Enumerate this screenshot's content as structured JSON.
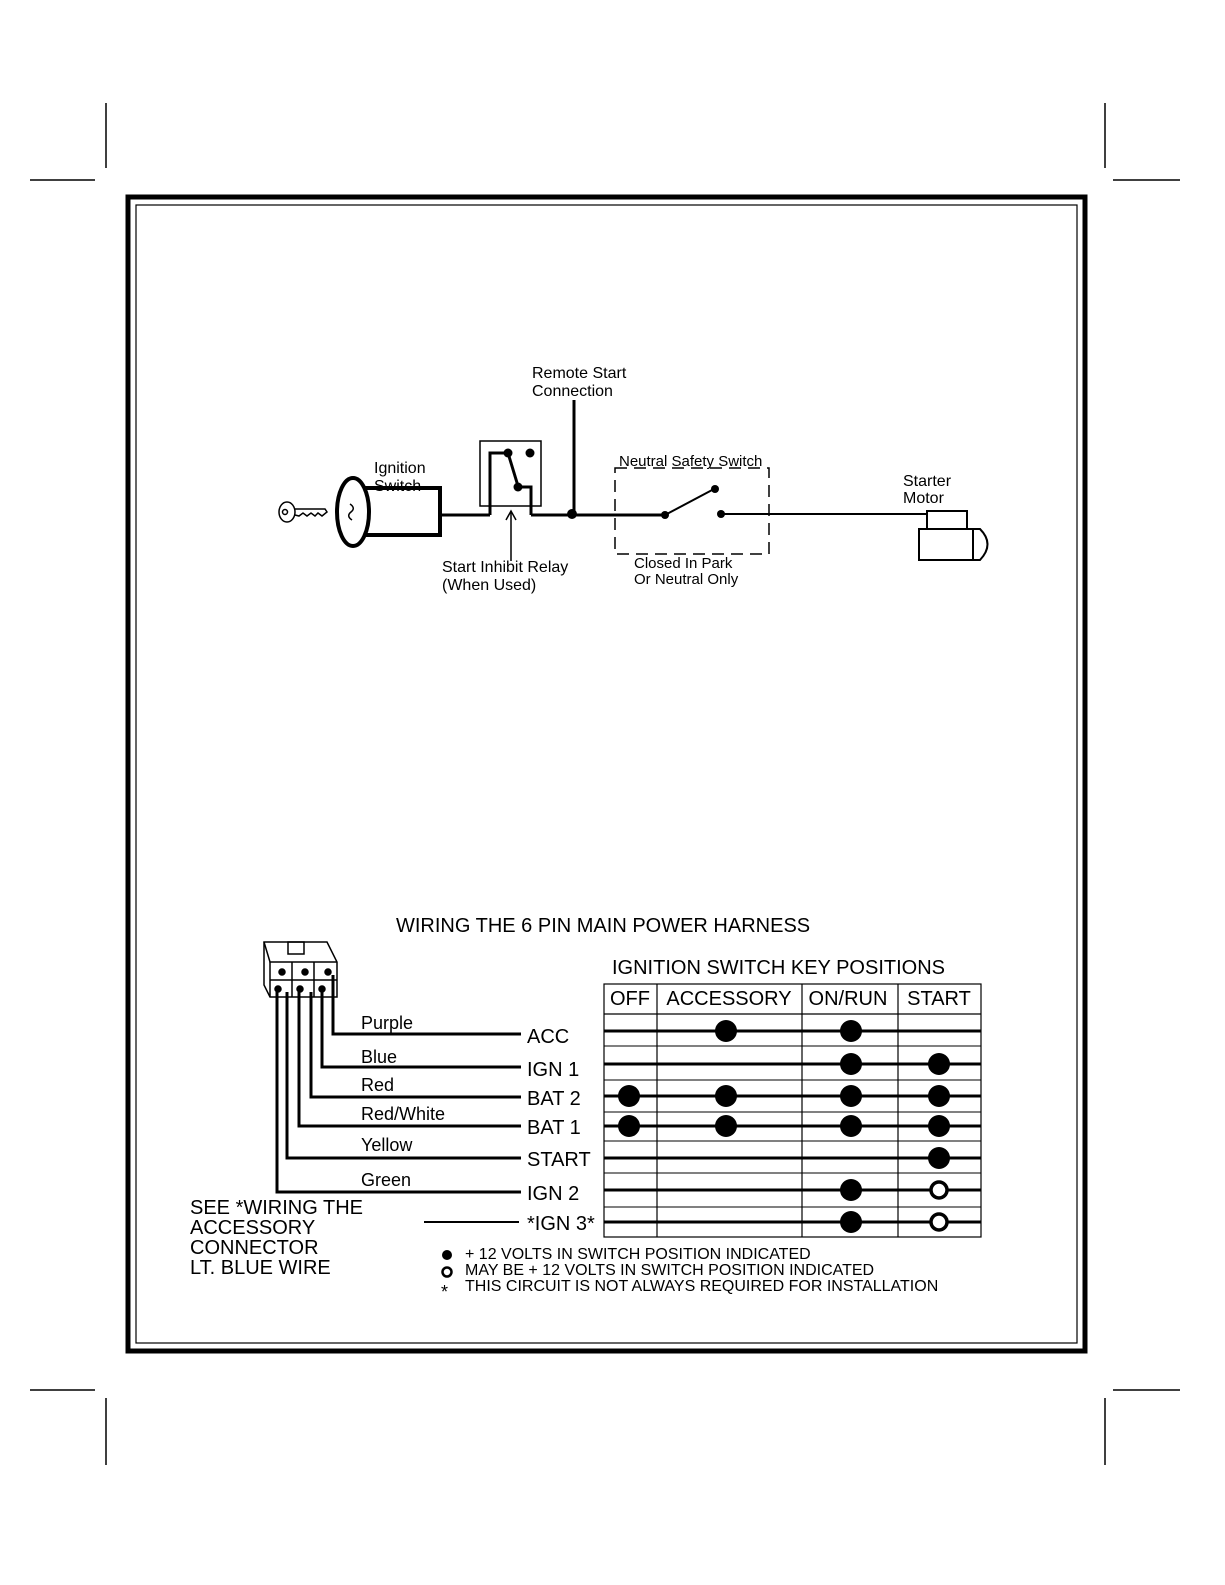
{
  "starter_diagram": {
    "remote_start_label_1": "Remote Start",
    "remote_start_label_2": "Connection",
    "ignition_label_1": "Ignition",
    "ignition_label_2": "Switch",
    "relay_label_1": "Start Inhibit Relay",
    "relay_label_2": "(When Used)",
    "nss_label": "Neutral Safety Switch",
    "nss_note_1": "Closed In Park",
    "nss_note_2": "Or Neutral Only",
    "starter_label_1": "Starter",
    "starter_label_2": "Motor"
  },
  "harness": {
    "title": "WIRING THE 6 PIN MAIN POWER HARNESS",
    "table_title": "IGNITION SWITCH KEY POSITIONS",
    "positions": [
      "OFF",
      "ACCESSORY",
      "ON/RUN",
      "START"
    ],
    "wires": [
      {
        "color": "Purple",
        "circuit": "ACC",
        "states": [
          "",
          "on",
          "on",
          ""
        ]
      },
      {
        "color": "Blue",
        "circuit": "IGN 1",
        "states": [
          "",
          "",
          "on",
          "on"
        ]
      },
      {
        "color": "Red",
        "circuit": "BAT 2",
        "states": [
          "on",
          "on",
          "on",
          "on"
        ]
      },
      {
        "color": "Red/White",
        "circuit": "BAT 1",
        "states": [
          "on",
          "on",
          "on",
          "on"
        ]
      },
      {
        "color": "Yellow",
        "circuit": "START",
        "states": [
          "",
          "",
          "",
          "on"
        ]
      },
      {
        "color": "Green",
        "circuit": "IGN 2",
        "states": [
          "",
          "",
          "on",
          "maybe"
        ]
      },
      {
        "color": "",
        "circuit": "*IGN 3*",
        "states": [
          "",
          "",
          "on",
          "maybe"
        ]
      }
    ],
    "see_note": [
      "SEE *WIRING THE",
      "ACCESSORY",
      "CONNECTOR",
      "LT. BLUE WIRE"
    ],
    "legend": [
      {
        "symbol": "filled-dot",
        "text": "+ 12 VOLTS IN SWITCH POSITION INDICATED"
      },
      {
        "symbol": "open-dot",
        "text": "MAY BE + 12 VOLTS IN SWITCH POSITION INDICATED"
      },
      {
        "symbol": "*",
        "text": "THIS CIRCUIT IS NOT ALWAYS REQUIRED FOR INSTALLATION"
      }
    ]
  }
}
